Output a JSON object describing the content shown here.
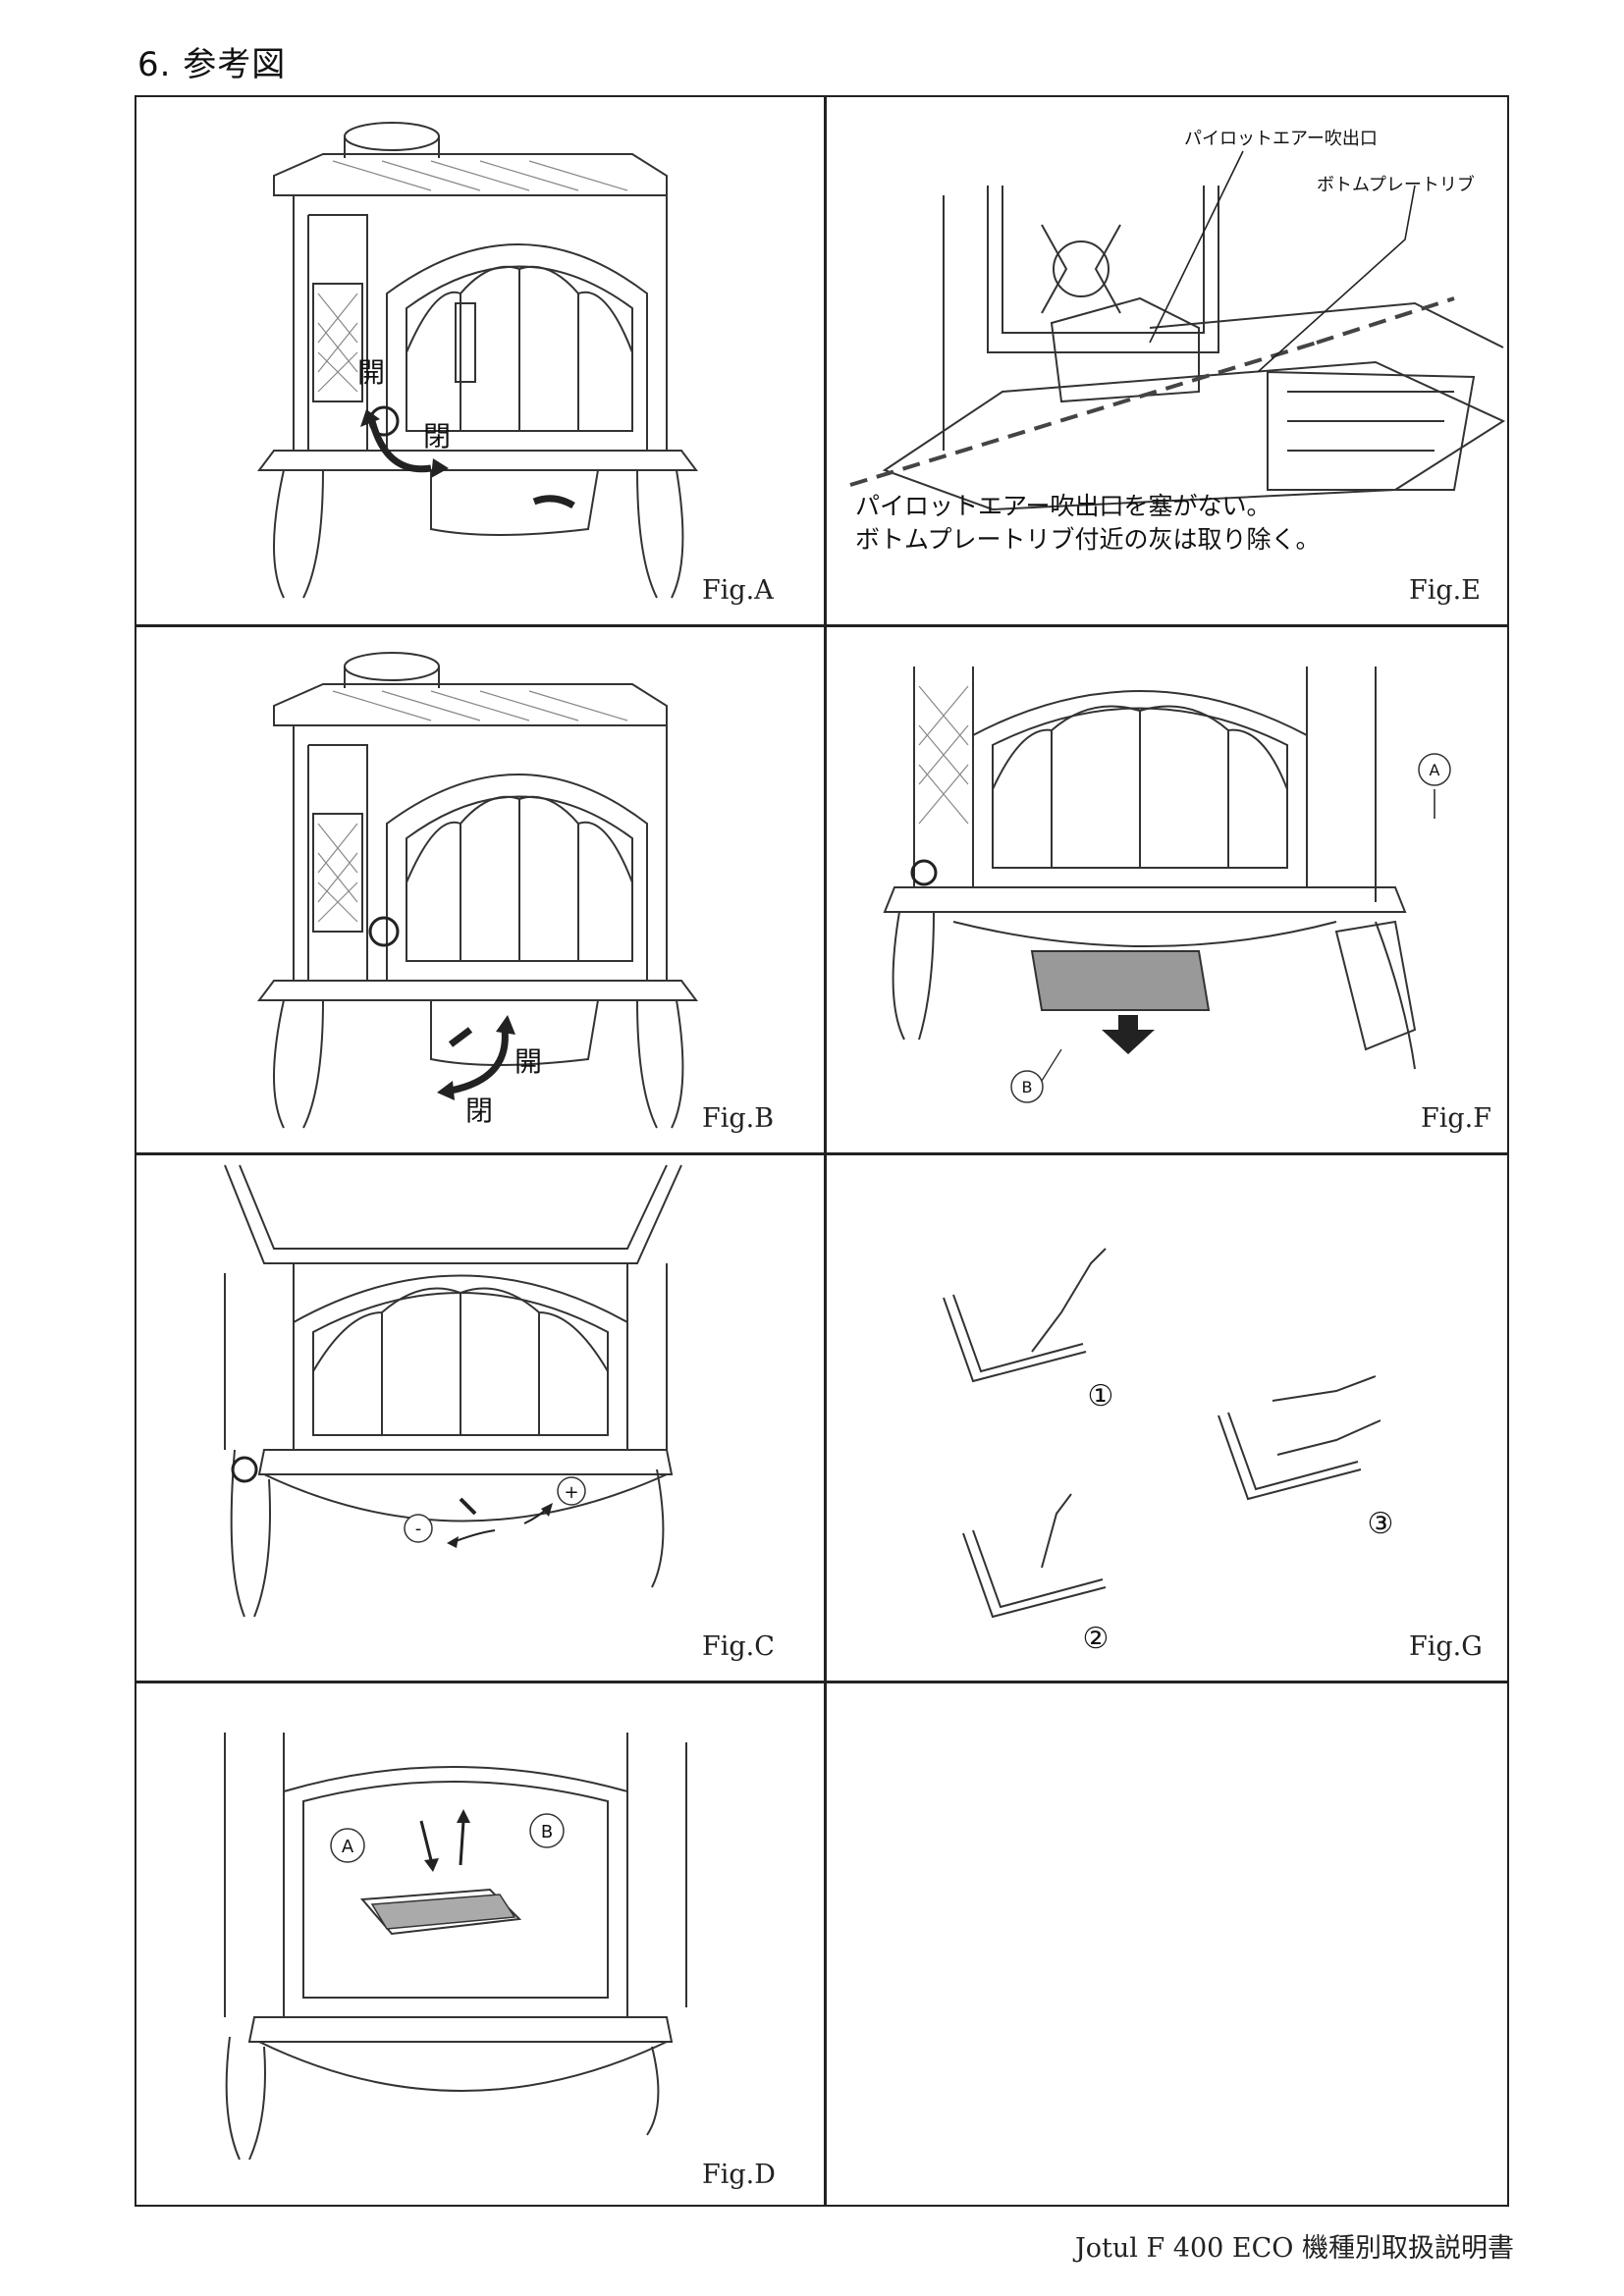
{
  "page": {
    "heading": "6. 参考図"
  },
  "figures": {
    "a": {
      "label": "Fig.A",
      "open": "開",
      "close": "閉"
    },
    "b": {
      "label": "Fig.B",
      "open": "開",
      "close": "閉"
    },
    "c": {
      "label": "Fig.C",
      "minus": "-",
      "plus": "+"
    },
    "d": {
      "label": "Fig.D",
      "marker_a": "A",
      "marker_b": "B"
    },
    "e": {
      "label": "Fig.E",
      "callout_1": "パイロットエアー吹出口",
      "callout_2": "ボトムプレートリブ",
      "note_line_1": "パイロットエアー吹出口を塞がない。",
      "note_line_2": "ボトムプレートリブ付近の灰は取り除く。"
    },
    "f": {
      "label": "Fig.F",
      "marker_a": "A",
      "marker_b": "B"
    },
    "g": {
      "label": "Fig.G",
      "step_1": "①",
      "step_2": "②",
      "step_3": "③"
    }
  },
  "footer": {
    "text": "Jotul F 400 ECO 機種別取扱説明書"
  }
}
